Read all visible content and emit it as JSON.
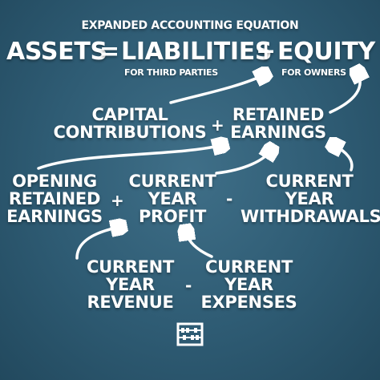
{
  "header": "EXPANDED ACCOUNTING EQUATION",
  "equation": {
    "assets": "ASSETS",
    "equals": "=",
    "liabilities": "LIABILITIES",
    "plus": "+",
    "equity": "EQUITY",
    "liabilities_note": "FOR THIRD PARTIES",
    "equity_note": "FOR OWNERS"
  },
  "equity_breakdown": {
    "capital": [
      "CAPITAL",
      "CONTRIBUTIONS"
    ],
    "plus": "+",
    "retained": [
      "RETAINED",
      "EARNINGS"
    ]
  },
  "retained_breakdown": {
    "opening": [
      "OPENING",
      "RETAINED",
      "EARNINGS"
    ],
    "plus": "+",
    "profit": [
      "CURRENT",
      "YEAR",
      "PROFIT"
    ],
    "minus": "-",
    "withdrawals": [
      "CURRENT",
      "YEAR",
      "WITHDRAWALS"
    ]
  },
  "profit_breakdown": {
    "revenue": [
      "CURRENT",
      "YEAR",
      "REVENUE"
    ],
    "minus": "-",
    "expenses": [
      "CURRENT",
      "YEAR",
      "EXPENSES"
    ]
  },
  "footer_icon": "abacus-icon",
  "colors": {
    "background": "#2e5b73",
    "text": "#ffffff"
  }
}
